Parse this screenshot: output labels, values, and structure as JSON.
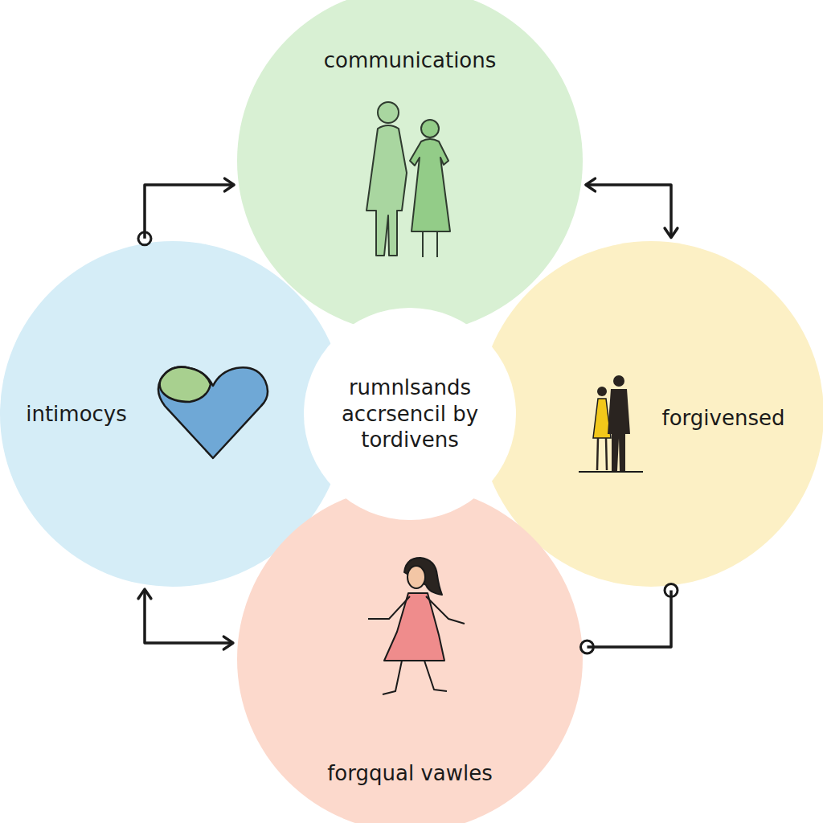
{
  "diagram": {
    "nodes": [
      {
        "text": [
          "communications"
        ]
      },
      {
        "text": [
          "intimocys"
        ]
      },
      {
        "text": [
          "rumnlsands accrsencil by tordivens"
        ]
      },
      {
        "text": [
          "forgivensed"
        ]
      },
      {
        "text": [
          "forgqual vawles"
        ]
      }
    ],
    "edges": [
      {
        "from": 1,
        "to": 0,
        "arrow": "to"
      },
      {
        "from": 0,
        "to": 3,
        "arrow": "both"
      },
      {
        "from": 3,
        "to": 4,
        "arrow": "none"
      },
      {
        "from": 1,
        "to": 4,
        "arrow": "both"
      }
    ]
  }
}
